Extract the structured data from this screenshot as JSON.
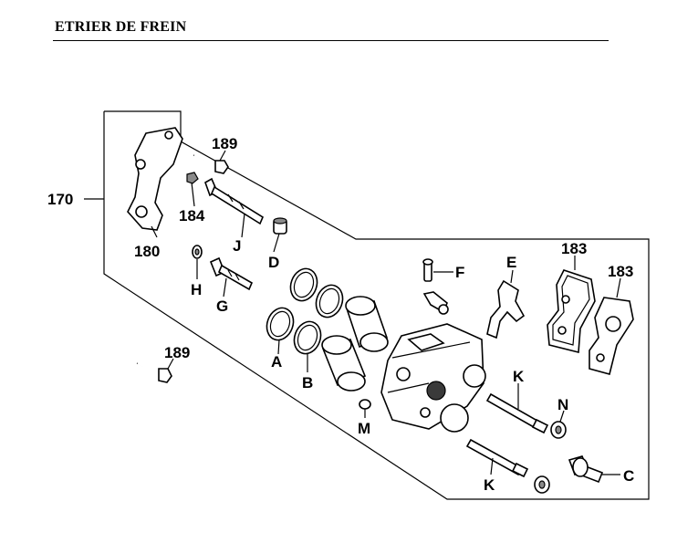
{
  "title": "ETRIER DE FREIN",
  "labels": {
    "assembly": "170",
    "bracket": "180",
    "bracket_bolt_top": "189",
    "bracket_bolt_bottom": "189",
    "bolt_184": "184",
    "pad_left": "183",
    "pad_right": "183",
    "seal_A": "A",
    "seal_B": "B",
    "bolt_C": "C",
    "cap_D": "D",
    "spring_E": "E",
    "bleeder_F": "F",
    "pin_G": "G",
    "boot_H": "H",
    "pin_J": "J",
    "pin_K_upper": "K",
    "pin_K_lower": "K",
    "nut_M": "M",
    "boot_N": "N"
  }
}
